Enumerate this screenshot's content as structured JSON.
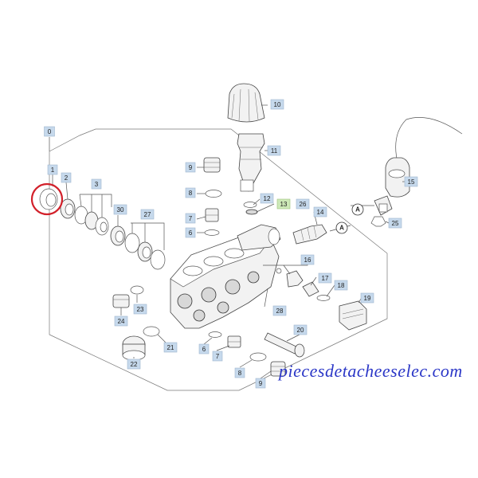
{
  "diagram": {
    "callouts": [
      {
        "id": "0",
        "label": "0"
      },
      {
        "id": "1",
        "label": "1"
      },
      {
        "id": "2",
        "label": "2"
      },
      {
        "id": "3",
        "label": "3"
      },
      {
        "id": "30",
        "label": "30"
      },
      {
        "id": "27",
        "label": "27"
      },
      {
        "id": "10",
        "label": "10"
      },
      {
        "id": "9a",
        "label": "9"
      },
      {
        "id": "11",
        "label": "11"
      },
      {
        "id": "8a",
        "label": "8"
      },
      {
        "id": "7a",
        "label": "7"
      },
      {
        "id": "6a",
        "label": "6"
      },
      {
        "id": "12",
        "label": "12"
      },
      {
        "id": "13",
        "label": "13"
      },
      {
        "id": "26",
        "label": "26"
      },
      {
        "id": "14",
        "label": "14"
      },
      {
        "id": "15",
        "label": "15"
      },
      {
        "id": "25",
        "label": "25"
      },
      {
        "id": "16",
        "label": "16"
      },
      {
        "id": "17",
        "label": "17"
      },
      {
        "id": "18",
        "label": "18"
      },
      {
        "id": "19",
        "label": "19"
      },
      {
        "id": "23",
        "label": "23"
      },
      {
        "id": "24",
        "label": "24"
      },
      {
        "id": "28",
        "label": "28"
      },
      {
        "id": "21",
        "label": "21"
      },
      {
        "id": "22",
        "label": "22"
      },
      {
        "id": "20",
        "label": "20"
      },
      {
        "id": "6b",
        "label": "6"
      },
      {
        "id": "7b",
        "label": "7"
      },
      {
        "id": "8b",
        "label": "8"
      },
      {
        "id": "9b",
        "label": "9"
      }
    ],
    "connection_markers": {
      "a1": "A",
      "a2": "A"
    }
  },
  "watermark": {
    "text": "piecesdetacheeselec.com",
    "color": "#2b37c7"
  },
  "highlight_color": "#d2202a"
}
